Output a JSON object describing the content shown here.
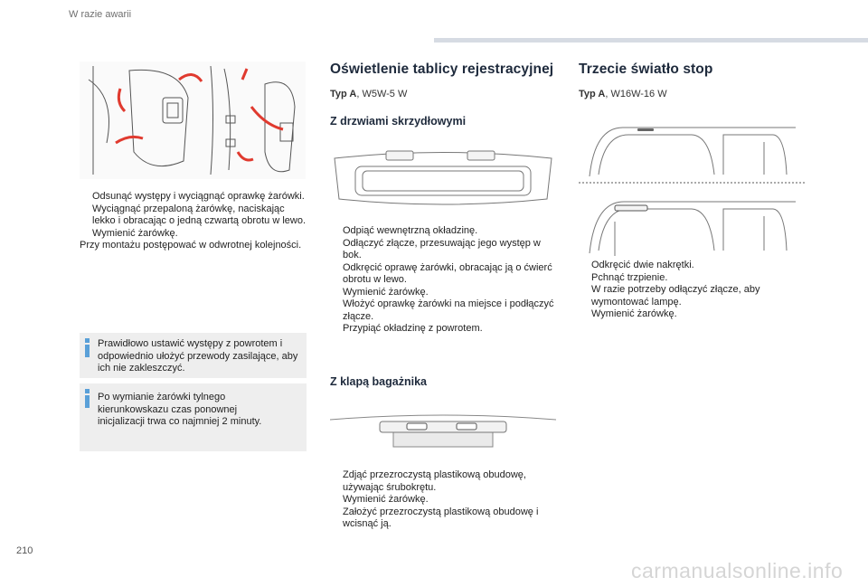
{
  "header": {
    "section": "W razie awarii"
  },
  "left": {
    "steps": [
      "Odsunąć występy i wyciągnąć oprawkę żarówki.",
      "Wyciągnąć przepaloną żarówkę, naciskając lekko i obracając o jedną czwartą obrotu w lewo.",
      "Wymienić żarówkę."
    ],
    "closing": "Przy montażu postępować w odwrotnej kolejności.",
    "note1": "Prawidłowo ustawić występy z powrotem i odpowiednio ułożyć przewody zasilające, aby ich nie zakleszczyć.",
    "note2": "Po wymianie żarówki tylnego kierunkowskazu czas ponownej inicjalizacji trwa co najmniej 2 minuty."
  },
  "middle": {
    "title": "Oświetlenie tablicy rejestracyjnej",
    "type_label": "Typ A",
    "type_value": ", W5W-5 W",
    "sub1": {
      "title": "Z drzwiami skrzydłowymi",
      "steps": [
        "Odpiąć wewnętrzną okładzinę.",
        "Odłączyć złącze, przesuwając jego występ w bok.",
        "Odkręcić oprawę żarówki, obracając ją o ćwierć obrotu w lewo.",
        "Wymienić żarówkę.",
        "Włożyć oprawkę żarówki na miejsce i podłączyć złącze.",
        "Przypiąć okładzinę z powrotem."
      ]
    },
    "sub2": {
      "title": "Z klapą bagażnika",
      "steps": [
        "Zdjąć przezroczystą plastikową obudowę, używając śrubokrętu.",
        "Wymienić żarówkę.",
        "Założyć przezroczystą plastikową obudowę i wcisnąć ją."
      ]
    }
  },
  "right": {
    "title": "Trzecie światło stop",
    "type_label": "Typ A",
    "type_value": ", W16W-16 W",
    "steps": [
      "Odkręcić dwie nakrętki.",
      "Pchnąć trzpienie.",
      "W razie potrzeby odłączyć złącze, aby wymontować lampę.",
      "Wymienić żarówkę."
    ]
  },
  "bullet_glyph": "",
  "footer": {
    "page": "210",
    "watermark": "carmanualsonline.info"
  }
}
